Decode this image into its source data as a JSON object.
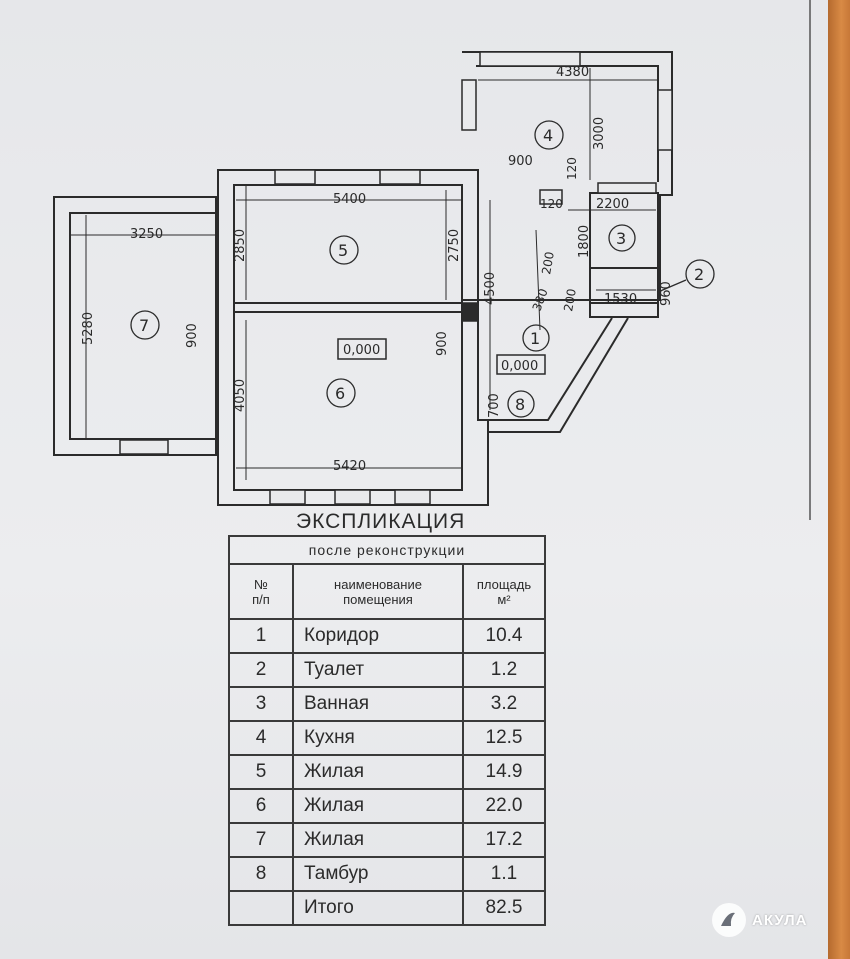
{
  "plan": {
    "dimensions": {
      "d4380": "4380",
      "d3000": "3000",
      "d900a": "900",
      "d120a": "120",
      "d120b": "120",
      "d2200": "2200",
      "d1800": "1800",
      "d200a": "200",
      "d200b": "200",
      "d380": "380",
      "d1530": "1530",
      "d960": "960",
      "d5400": "5400",
      "d2850": "2850",
      "d2750": "2750",
      "d4500": "4500",
      "d3250": "3250",
      "d5280": "5280",
      "d900b": "900",
      "d900c": "900",
      "d4050": "4050",
      "d700": "700",
      "d5420": "5420"
    },
    "rooms": {
      "r1": "1",
      "r2": "2",
      "r3": "3",
      "r4": "4",
      "r5": "5",
      "r6": "6",
      "r7": "7",
      "r8": "8"
    },
    "levels": {
      "main": "0,000",
      "corridor": "0,000"
    }
  },
  "explication": {
    "title": "ЭКСПЛИКАЦИЯ",
    "subtitle": "после реконструкции",
    "headers": {
      "num": [
        "№",
        "п/п"
      ],
      "name": [
        "наименование",
        "помещения"
      ],
      "area": [
        "площадь",
        "м²"
      ]
    },
    "rows": [
      {
        "num": "1",
        "name": "Коридор",
        "area": "10.4"
      },
      {
        "num": "2",
        "name": "Туалет",
        "area": "1.2"
      },
      {
        "num": "3",
        "name": "Ванная",
        "area": "3.2"
      },
      {
        "num": "4",
        "name": "Кухня",
        "area": "12.5"
      },
      {
        "num": "5",
        "name": "Жилая",
        "area": "14.9"
      },
      {
        "num": "6",
        "name": "Жилая",
        "area": "22.0"
      },
      {
        "num": "7",
        "name": "Жилая",
        "area": "17.2"
      },
      {
        "num": "8",
        "name": "Тамбур",
        "area": "1.1"
      }
    ],
    "total": {
      "name": "Итого",
      "area": "82.5"
    }
  },
  "watermark": {
    "brand": "АКУЛА",
    "icon": "shark-fin-icon"
  },
  "colors": {
    "ink": "#2b2b2b",
    "paper": "#e9eaec"
  }
}
